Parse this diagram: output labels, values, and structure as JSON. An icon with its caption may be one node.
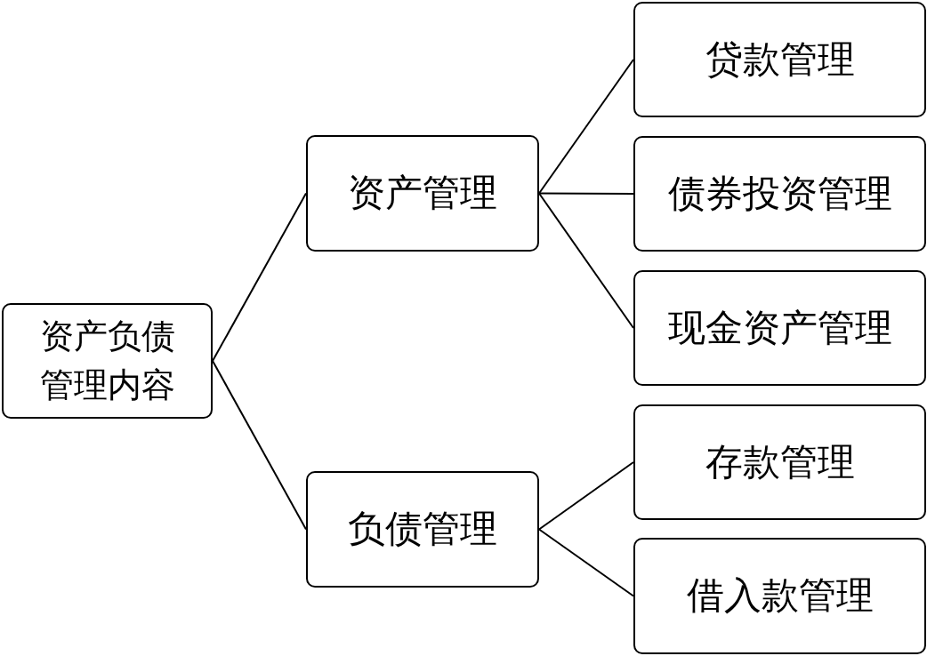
{
  "diagram": {
    "nodes": [
      {
        "text": [
          "资产负债管理内容"
        ]
      },
      {
        "text": [
          "资产管理"
        ]
      },
      {
        "text": [
          "贷款管理"
        ]
      },
      {
        "text": [
          "债券投资管理"
        ]
      },
      {
        "text": [
          "现金资产管理"
        ]
      },
      {
        "text": [
          "负债管理"
        ]
      },
      {
        "text": [
          "存款管理"
        ]
      },
      {
        "text": [
          "借入款管理"
        ]
      }
    ],
    "edges": [
      {
        "from": 0,
        "to": 1,
        "arrow": "none"
      },
      {
        "from": 0,
        "to": 5,
        "arrow": "none"
      },
      {
        "from": 1,
        "to": 2,
        "arrow": "none"
      },
      {
        "from": 1,
        "to": 3,
        "arrow": "none"
      },
      {
        "from": 1,
        "to": 4,
        "arrow": "none"
      },
      {
        "from": 5,
        "to": 6,
        "arrow": "none"
      },
      {
        "from": 5,
        "to": 7,
        "arrow": "none"
      }
    ]
  }
}
